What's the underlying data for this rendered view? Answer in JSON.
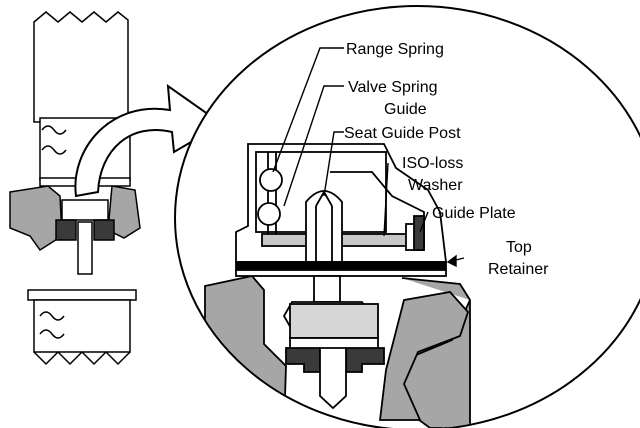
{
  "diagram": {
    "labels": {
      "range_spring": "Range Spring",
      "valve_spring_guide_line1": "Valve Spring",
      "valve_spring_guide_line2": "Guide",
      "seat_guide_post": "Seat Guide Post",
      "iso_loss_line1": "ISO-loss",
      "iso_loss_line2": "Washer",
      "guide_plate": "Guide Plate",
      "top_retainer_line1": "Top",
      "top_retainer_line2": "Retainer"
    },
    "colors": {
      "line": "#000000",
      "body_fill": "#a6a6a6",
      "washer_fill": "#c8c8c8",
      "dark_fill": "#3a3a3a",
      "background": "#ffffff"
    }
  }
}
